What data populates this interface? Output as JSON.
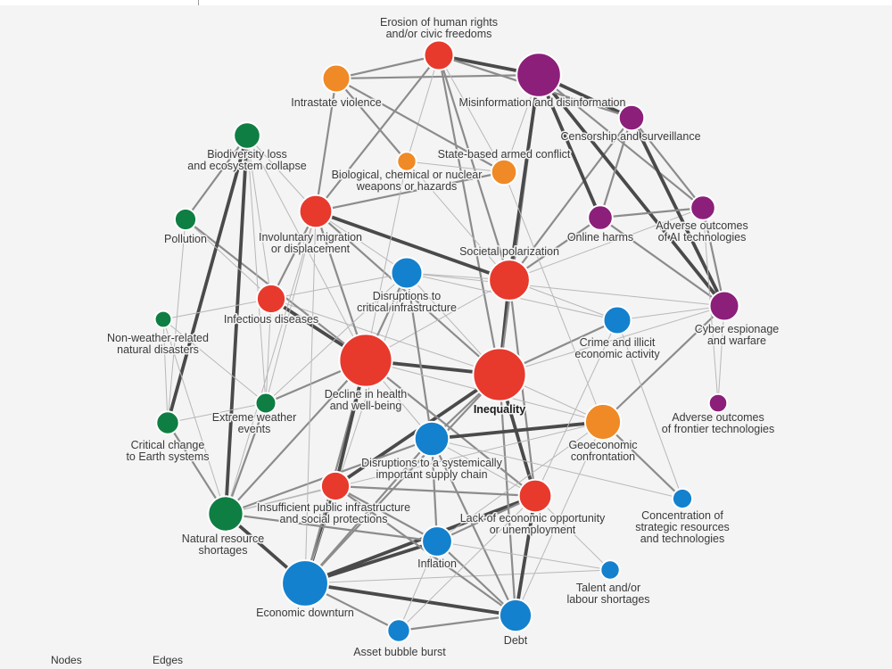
{
  "colors": {
    "societal": "#e8392d",
    "geopolitical": "#ef8a26",
    "technological": "#8c1f7a",
    "environmental": "#0f7e43",
    "economic": "#1481ce"
  },
  "footer": {
    "nodes_label": "Nodes",
    "edges_label": "Edges"
  },
  "nodes": [
    {
      "id": "erosion",
      "lines": [
        "Erosion of human rights",
        "and/or civic freedoms"
      ],
      "category": "societal",
      "weight": 0.3,
      "bold": false
    },
    {
      "id": "misinfo",
      "lines": [
        "Misinformation and disinformation"
      ],
      "category": "technological",
      "weight": 0.85,
      "bold": false
    },
    {
      "id": "intrastate",
      "lines": [
        "Intrastate violence"
      ],
      "category": "geopolitical",
      "weight": 0.25,
      "bold": false
    },
    {
      "id": "censorship",
      "lines": [
        "Censorship and surveillance"
      ],
      "category": "technological",
      "weight": 0.2,
      "bold": false
    },
    {
      "id": "biodiversity",
      "lines": [
        "Biodiversity loss",
        "and ecosystem collapse"
      ],
      "category": "environmental",
      "weight": 0.22,
      "bold": false
    },
    {
      "id": "statearmed",
      "lines": [
        "State-based armed conflict"
      ],
      "category": "geopolitical",
      "weight": 0.2,
      "bold": false
    },
    {
      "id": "biochem",
      "lines": [
        "Biological, chemical or nuclear",
        "weapons or hazards"
      ],
      "category": "geopolitical",
      "weight": 0.08,
      "bold": false
    },
    {
      "id": "pollution",
      "lines": [
        "Pollution"
      ],
      "category": "environmental",
      "weight": 0.12,
      "bold": false
    },
    {
      "id": "migration",
      "lines": [
        "Involuntary migration",
        "or displacement"
      ],
      "category": "societal",
      "weight": 0.4,
      "bold": false
    },
    {
      "id": "onlineharms",
      "lines": [
        "Online harms"
      ],
      "category": "technological",
      "weight": 0.18,
      "bold": false
    },
    {
      "id": "aiadverse",
      "lines": [
        "Adverse outcomes",
        "of AI technologies"
      ],
      "category": "technological",
      "weight": 0.18,
      "bold": false
    },
    {
      "id": "polarization",
      "lines": [
        "Societal polarization"
      ],
      "category": "societal",
      "weight": 0.7,
      "bold": false
    },
    {
      "id": "critinfra",
      "lines": [
        "Disruptions to",
        "critical infrastructure"
      ],
      "category": "economic",
      "weight": 0.35,
      "bold": false
    },
    {
      "id": "infectious",
      "lines": [
        "Infectious diseases"
      ],
      "category": "societal",
      "weight": 0.28,
      "bold": false
    },
    {
      "id": "crime",
      "lines": [
        "Crime and illicit",
        "economic activity"
      ],
      "category": "economic",
      "weight": 0.25,
      "bold": false
    },
    {
      "id": "cyber",
      "lines": [
        "Cyber espionage",
        "and warfare"
      ],
      "category": "technological",
      "weight": 0.3,
      "bold": false
    },
    {
      "id": "nonweather",
      "lines": [
        "Non-weather-related",
        "natural disasters"
      ],
      "category": "environmental",
      "weight": 0.05,
      "bold": false
    },
    {
      "id": "health",
      "lines": [
        "Decline in health",
        "and well-being"
      ],
      "category": "societal",
      "weight": 1.3,
      "bold": false
    },
    {
      "id": "inequality",
      "lines": [
        "Inequality"
      ],
      "category": "societal",
      "weight": 1.3,
      "bold": true
    },
    {
      "id": "frontier",
      "lines": [
        "Adverse outcomes",
        "of frontier technologies"
      ],
      "category": "technological",
      "weight": 0.07,
      "bold": false
    },
    {
      "id": "extreme",
      "lines": [
        "Extreme weather",
        "events"
      ],
      "category": "environmental",
      "weight": 0.1,
      "bold": false
    },
    {
      "id": "geoeconomic",
      "lines": [
        "Geoeconomic",
        "confrontation"
      ],
      "category": "geopolitical",
      "weight": 0.5,
      "bold": false
    },
    {
      "id": "earthsystems",
      "lines": [
        "Critical change",
        "to Earth systems"
      ],
      "category": "environmental",
      "weight": 0.14,
      "bold": false
    },
    {
      "id": "supplychain",
      "lines": [
        "Disruptions to a systemically",
        "important supply chain"
      ],
      "category": "economic",
      "weight": 0.45,
      "bold": false
    },
    {
      "id": "publicinfra",
      "lines": [
        "Insufficient public infrastructure",
        "and social protections"
      ],
      "category": "societal",
      "weight": 0.28,
      "bold": false
    },
    {
      "id": "opportunity",
      "lines": [
        "Lack of economic opportunity",
        "or unemployment"
      ],
      "category": "societal",
      "weight": 0.4,
      "bold": false
    },
    {
      "id": "concentration",
      "lines": [
        "Concentration of",
        "strategic resources",
        "and technologies"
      ],
      "category": "economic",
      "weight": 0.09,
      "bold": false
    },
    {
      "id": "naturalres",
      "lines": [
        "Natural resource",
        "shortages"
      ],
      "category": "environmental",
      "weight": 0.48,
      "bold": false
    },
    {
      "id": "inflation",
      "lines": [
        "Inflation"
      ],
      "category": "economic",
      "weight": 0.32,
      "bold": false
    },
    {
      "id": "talent",
      "lines": [
        "Talent and/or",
        "labour shortages"
      ],
      "category": "economic",
      "weight": 0.08,
      "bold": false
    },
    {
      "id": "downturn",
      "lines": [
        "Economic downturn"
      ],
      "category": "economic",
      "weight": 0.95,
      "bold": false
    },
    {
      "id": "debt",
      "lines": [
        "Debt"
      ],
      "category": "economic",
      "weight": 0.38,
      "bold": false
    },
    {
      "id": "bubble",
      "lines": [
        "Asset bubble burst"
      ],
      "category": "economic",
      "weight": 0.14,
      "bold": false
    }
  ],
  "edges": [
    [
      "downturn",
      "debt",
      3
    ],
    [
      "downturn",
      "inflation",
      3
    ],
    [
      "downturn",
      "naturalres",
      3
    ],
    [
      "downturn",
      "publicinfra",
      3
    ],
    [
      "downturn",
      "opportunity",
      3
    ],
    [
      "downturn",
      "inequality",
      2
    ],
    [
      "downturn",
      "supplychain",
      2
    ],
    [
      "downturn",
      "bubble",
      2
    ],
    [
      "downturn",
      "talent",
      1
    ],
    [
      "downturn",
      "health",
      2
    ],
    [
      "downturn",
      "critinfra",
      1
    ],
    [
      "debt",
      "inflation",
      2
    ],
    [
      "debt",
      "opportunity",
      3
    ],
    [
      "debt",
      "supplychain",
      2
    ],
    [
      "debt",
      "inequality",
      2
    ],
    [
      "debt",
      "bubble",
      2
    ],
    [
      "debt",
      "publicinfra",
      2
    ],
    [
      "inflation",
      "opportunity",
      2
    ],
    [
      "inflation",
      "naturalres",
      2
    ],
    [
      "inflation",
      "supplychain",
      2
    ],
    [
      "inflation",
      "publicinfra",
      2
    ],
    [
      "inflation",
      "bubble",
      1
    ],
    [
      "inequality",
      "opportunity",
      3
    ],
    [
      "inequality",
      "health",
      3
    ],
    [
      "inequality",
      "polarization",
      3
    ],
    [
      "inequality",
      "publicinfra",
      3
    ],
    [
      "inequality",
      "supplychain",
      2
    ],
    [
      "inequality",
      "crime",
      2
    ],
    [
      "inequality",
      "migration",
      2
    ],
    [
      "inequality",
      "geoeconomic",
      1
    ],
    [
      "inequality",
      "misinfo",
      2
    ],
    [
      "inequality",
      "critinfra",
      1
    ],
    [
      "inequality",
      "erosion",
      2
    ],
    [
      "inequality",
      "cyber",
      1
    ],
    [
      "inequality",
      "infectious",
      1
    ],
    [
      "health",
      "infectious",
      3
    ],
    [
      "health",
      "migration",
      2
    ],
    [
      "health",
      "publicinfra",
      3
    ],
    [
      "health",
      "opportunity",
      2
    ],
    [
      "health",
      "extreme",
      2
    ],
    [
      "health",
      "naturalres",
      2
    ],
    [
      "health",
      "critinfra",
      2
    ],
    [
      "health",
      "pollution",
      2
    ],
    [
      "health",
      "polarization",
      1
    ],
    [
      "health",
      "supplychain",
      1
    ],
    [
      "polarization",
      "misinfo",
      3
    ],
    [
      "polarization",
      "erosion",
      2
    ],
    [
      "polarization",
      "migration",
      3
    ],
    [
      "polarization",
      "onlineharms",
      2
    ],
    [
      "polarization",
      "censorship",
      2
    ],
    [
      "polarization",
      "intrastate",
      1
    ],
    [
      "polarization",
      "crime",
      1
    ],
    [
      "polarization",
      "opportunity",
      2
    ],
    [
      "polarization",
      "aiadverse",
      1
    ],
    [
      "misinfo",
      "erosion",
      3
    ],
    [
      "misinfo",
      "censorship",
      3
    ],
    [
      "misinfo",
      "onlineharms",
      3
    ],
    [
      "misinfo",
      "intrastate",
      2
    ],
    [
      "misinfo",
      "cyber",
      3
    ],
    [
      "misinfo",
      "aiadverse",
      2
    ],
    [
      "misinfo",
      "statearmed",
      1
    ],
    [
      "erosion",
      "intrastate",
      2
    ],
    [
      "erosion",
      "censorship",
      2
    ],
    [
      "erosion",
      "migration",
      2
    ],
    [
      "erosion",
      "statearmed",
      1
    ],
    [
      "erosion",
      "biochem",
      1
    ],
    [
      "censorship",
      "onlineharms",
      2
    ],
    [
      "censorship",
      "aiadverse",
      2
    ],
    [
      "censorship",
      "cyber",
      3
    ],
    [
      "onlineharms",
      "aiadverse",
      2
    ],
    [
      "onlineharms",
      "cyber",
      2
    ],
    [
      "aiadverse",
      "cyber",
      2
    ],
    [
      "cyber",
      "geoeconomic",
      2
    ],
    [
      "cyber",
      "critinfra",
      1
    ],
    [
      "cyber",
      "crime",
      1
    ],
    [
      "cyber",
      "frontier",
      1
    ],
    [
      "geoeconomic",
      "supplychain",
      3
    ],
    [
      "geoeconomic",
      "concentration",
      2
    ],
    [
      "geoeconomic",
      "statearmed",
      1
    ],
    [
      "geoeconomic",
      "inflation",
      1
    ],
    [
      "geoeconomic",
      "naturalres",
      1
    ],
    [
      "geoeconomic",
      "debt",
      1
    ],
    [
      "supplychain",
      "critinfra",
      2
    ],
    [
      "supplychain",
      "naturalres",
      2
    ],
    [
      "supplychain",
      "opportunity",
      1
    ],
    [
      "migration",
      "intrastate",
      2
    ],
    [
      "migration",
      "infectious",
      2
    ],
    [
      "migration",
      "biodiversity",
      1
    ],
    [
      "migration",
      "extreme",
      1
    ],
    [
      "migration",
      "statearmed",
      2
    ],
    [
      "migration",
      "naturalres",
      1
    ],
    [
      "migration",
      "critinfra",
      1
    ],
    [
      "migration",
      "downturn",
      1
    ],
    [
      "intrastate",
      "statearmed",
      2
    ],
    [
      "intrastate",
      "biochem",
      2
    ],
    [
      "statearmed",
      "biochem",
      1
    ],
    [
      "biochem",
      "health",
      1
    ],
    [
      "biodiversity",
      "naturalres",
      3
    ],
    [
      "biodiversity",
      "earthsystems",
      3
    ],
    [
      "biodiversity",
      "pollution",
      2
    ],
    [
      "biodiversity",
      "extreme",
      1
    ],
    [
      "biodiversity",
      "health",
      1
    ],
    [
      "biodiversity",
      "infectious",
      1
    ],
    [
      "pollution",
      "earthsystems",
      1
    ],
    [
      "pollution",
      "infectious",
      1
    ],
    [
      "earthsystems",
      "extreme",
      1
    ],
    [
      "earthsystems",
      "naturalres",
      2
    ],
    [
      "earthsystems",
      "nonweather",
      1
    ],
    [
      "extreme",
      "naturalres",
      2
    ],
    [
      "extreme",
      "critinfra",
      1
    ],
    [
      "extreme",
      "nonweather",
      1
    ],
    [
      "extreme",
      "infectious",
      1
    ],
    [
      "infectious",
      "nonweather",
      1
    ],
    [
      "infectious",
      "critinfra",
      1
    ],
    [
      "critinfra",
      "crime",
      1
    ],
    [
      "critinfra",
      "polarization",
      1
    ],
    [
      "crime",
      "opportunity",
      1
    ],
    [
      "crime",
      "concentration",
      1
    ],
    [
      "opportunity",
      "talent",
      1
    ],
    [
      "opportunity",
      "publicinfra",
      2
    ],
    [
      "publicinfra",
      "naturalres",
      1
    ],
    [
      "talent",
      "inflation",
      1
    ],
    [
      "concentration",
      "supplychain",
      1
    ],
    [
      "frontier",
      "aiadverse",
      1
    ],
    [
      "nonweather",
      "naturalres",
      1
    ],
    [
      "naturalres",
      "publicinfra",
      1
    ],
    [
      "opportunity",
      "bubble",
      1
    ],
    [
      "health",
      "geoeconomic",
      1
    ]
  ]
}
